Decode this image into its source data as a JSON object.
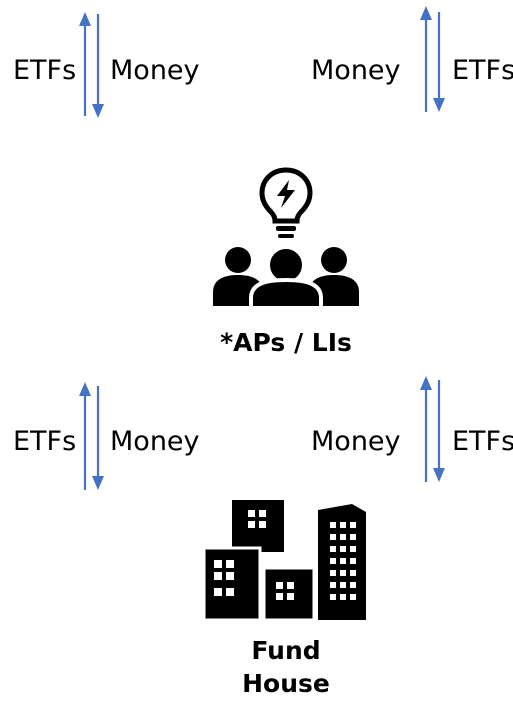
{
  "top_flows": {
    "left": {
      "outgoing_label": "ETFs",
      "incoming_label": "Money"
    },
    "right": {
      "outgoing_label": "Money",
      "incoming_label": "ETFs"
    }
  },
  "middle_node": {
    "icon": "people-with-lightbulb-icon",
    "label": "*APs / LIs"
  },
  "bottom_flows": {
    "left": {
      "outgoing_label": "ETFs",
      "incoming_label": "Money"
    },
    "right": {
      "outgoing_label": "Money",
      "incoming_label": "ETFs"
    }
  },
  "bottom_node": {
    "icon": "office-buildings-icon",
    "label_line1": "Fund",
    "label_line2": "House"
  },
  "colors": {
    "arrow": "#4472C4",
    "icon": "#000000",
    "text": "#000000"
  }
}
